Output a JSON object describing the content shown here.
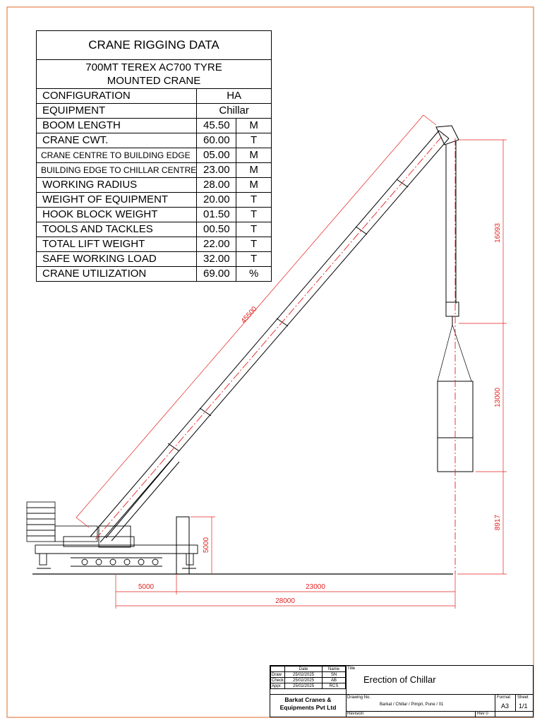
{
  "rigging_table": {
    "title": "CRANE RIGGING DATA",
    "crane_line1": "700MT TEREX AC700 TYRE",
    "crane_line2": "MOUNTED CRANE",
    "rows": [
      {
        "label": "CONFIGURATION",
        "value": "HA",
        "unit": ""
      },
      {
        "label": "EQUIPMENT",
        "value": "Chillar",
        "unit": ""
      },
      {
        "label": "BOOM LENGTH",
        "value": "45.50",
        "unit": "M"
      },
      {
        "label": "CRANE CWT.",
        "value": "60.00",
        "unit": "T"
      },
      {
        "label": "CRANE CENTRE TO BUILDING EDGE",
        "value": "05.00",
        "unit": "M"
      },
      {
        "label": "BUILDING EDGE TO CHILLAR CENTRE",
        "value": "23.00",
        "unit": "M"
      },
      {
        "label": "WORKING RADIUS",
        "value": "28.00",
        "unit": "M"
      },
      {
        "label": "WEIGHT OF EQUIPMENT",
        "value": "20.00",
        "unit": "T"
      },
      {
        "label": "HOOK BLOCK WEIGHT",
        "value": "01.50",
        "unit": "T"
      },
      {
        "label": "TOOLS AND TACKLES",
        "value": "00.50",
        "unit": "T"
      },
      {
        "label": "TOTAL LIFT WEIGHT",
        "value": "22.00",
        "unit": "T"
      },
      {
        "label": "SAFE WORKING LOAD",
        "value": "32.00",
        "unit": "T"
      },
      {
        "label": "CRANE UTILIZATION",
        "value": "69.00",
        "unit": "%"
      }
    ]
  },
  "dimensions": {
    "boom": "45500",
    "hoist_upper": "16093",
    "hoist_lower": "13000",
    "load_height": "8917",
    "building_height": "5000",
    "crane_to_edge": "5000",
    "edge_to_load": "23000",
    "radius": "28000"
  },
  "title_block": {
    "approvals": {
      "col_date": "Date",
      "col_name": "Name",
      "rows": [
        {
          "role": "Draw",
          "date": "25/02/2025",
          "name": "SN"
        },
        {
          "role": "Check",
          "date": "25/02/2025",
          "name": "AB"
        },
        {
          "role": "Appr.",
          "date": "25/02/2025",
          "name": "RCS"
        }
      ]
    },
    "company_line1": "Barkat Cranes &",
    "company_line2": "Equipments Pvt Ltd",
    "title_label": "Title",
    "title": "Erection of Chillar",
    "drawing_no_label": "Drawing No.",
    "drawing_no": "Barkat / Chillar / Pimpri, Pune / 01",
    "format_label": "Format",
    "format": "A3",
    "sheet_label": "Sheet",
    "sheet": "1/1",
    "revision_label": "Revision",
    "rev": "Rev 0"
  },
  "colors": {
    "border": "#e06a2a",
    "dimension": "#e2221f",
    "centerline": "#e2221f",
    "drawing": "#000000",
    "dimension_text": "#e2221f"
  }
}
